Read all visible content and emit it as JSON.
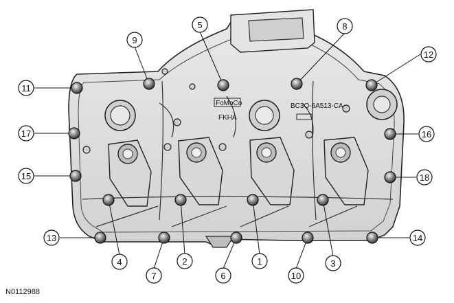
{
  "figure_id": "N0112988",
  "casting_marks": [
    "FoMoCo",
    "FKHA",
    "BC3Q-6A513-CA"
  ],
  "callouts": [
    {
      "label": "1"
    },
    {
      "label": "2"
    },
    {
      "label": "3"
    },
    {
      "label": "4"
    },
    {
      "label": "5"
    },
    {
      "label": "6"
    },
    {
      "label": "7"
    },
    {
      "label": "8"
    },
    {
      "label": "9"
    },
    {
      "label": "10"
    },
    {
      "label": "11"
    },
    {
      "label": "12"
    },
    {
      "label": "13"
    },
    {
      "label": "14"
    },
    {
      "label": "15"
    },
    {
      "label": "16"
    },
    {
      "label": "17"
    },
    {
      "label": "18"
    }
  ]
}
